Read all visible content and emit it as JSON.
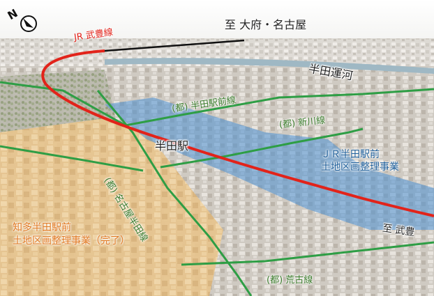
{
  "labels": {
    "jr_line": "JR 武豊線",
    "to_obu": "至 大府・名古屋",
    "canal": "半田運河",
    "handa_ekimae_line": "(都) 半田駅前線",
    "shinkawa_line": "(都) 新川線",
    "station": "半田駅",
    "nagoya_handa_line": "(都) 名古屋半田線",
    "jr_project": [
      "ＪＲ半田駅前",
      "土地区画整理事業"
    ],
    "chita_project": [
      "知多半田駅前",
      "土地区画整理事業（完了）"
    ],
    "to_taketoyo": "至 武豊",
    "araco_line": "(都) 荒古線"
  },
  "colors": {
    "railway": "#e2231a",
    "road": "#2e9e45",
    "jr_project_zone": "#4a8fd4",
    "completed_zone": "#e0b878",
    "outer_railway": "#111111"
  },
  "icons": {
    "north": "north-arrow-icon"
  }
}
